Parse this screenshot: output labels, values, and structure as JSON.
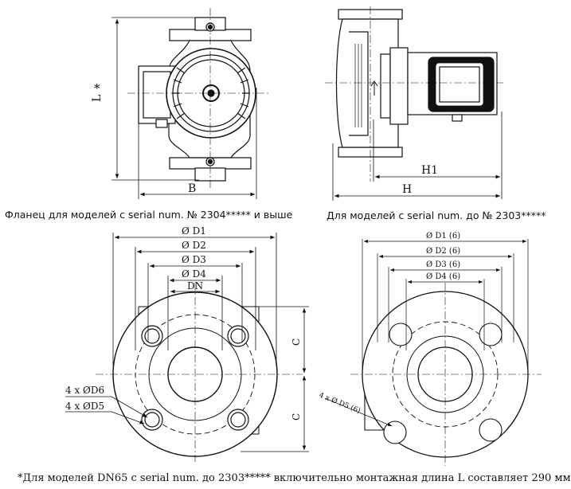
{
  "top_left": {
    "dim_L": "L",
    "dim_L_mark": "*",
    "dim_B": "B"
  },
  "top_right": {
    "dim_H1": "H1",
    "dim_H": "H"
  },
  "captions": {
    "left": "Фланец для моделей с serial num. № 2304***** и выше",
    "right": "Для моделей с serial num. до № 2303*****"
  },
  "flange_left": {
    "d1": "Ø D1",
    "d2": "Ø D2",
    "d3": "Ø D3",
    "d4": "Ø D4",
    "dn": "DN",
    "c_top": "C",
    "c_bottom": "C",
    "bolt_d6": "4 x ØD6",
    "bolt_d5": "4 x ØD5"
  },
  "flange_right": {
    "d1": "Ø D1 (6)",
    "d2": "Ø D2 (6)",
    "d3": "Ø D3 (6)",
    "d4": "Ø D4 (6)",
    "bolt": "4 x Ø D5 (6)"
  },
  "footnote": "*Для моделей DN65 с serial num. до 2303***** включительно монтажная длина L составляет 290 мм"
}
